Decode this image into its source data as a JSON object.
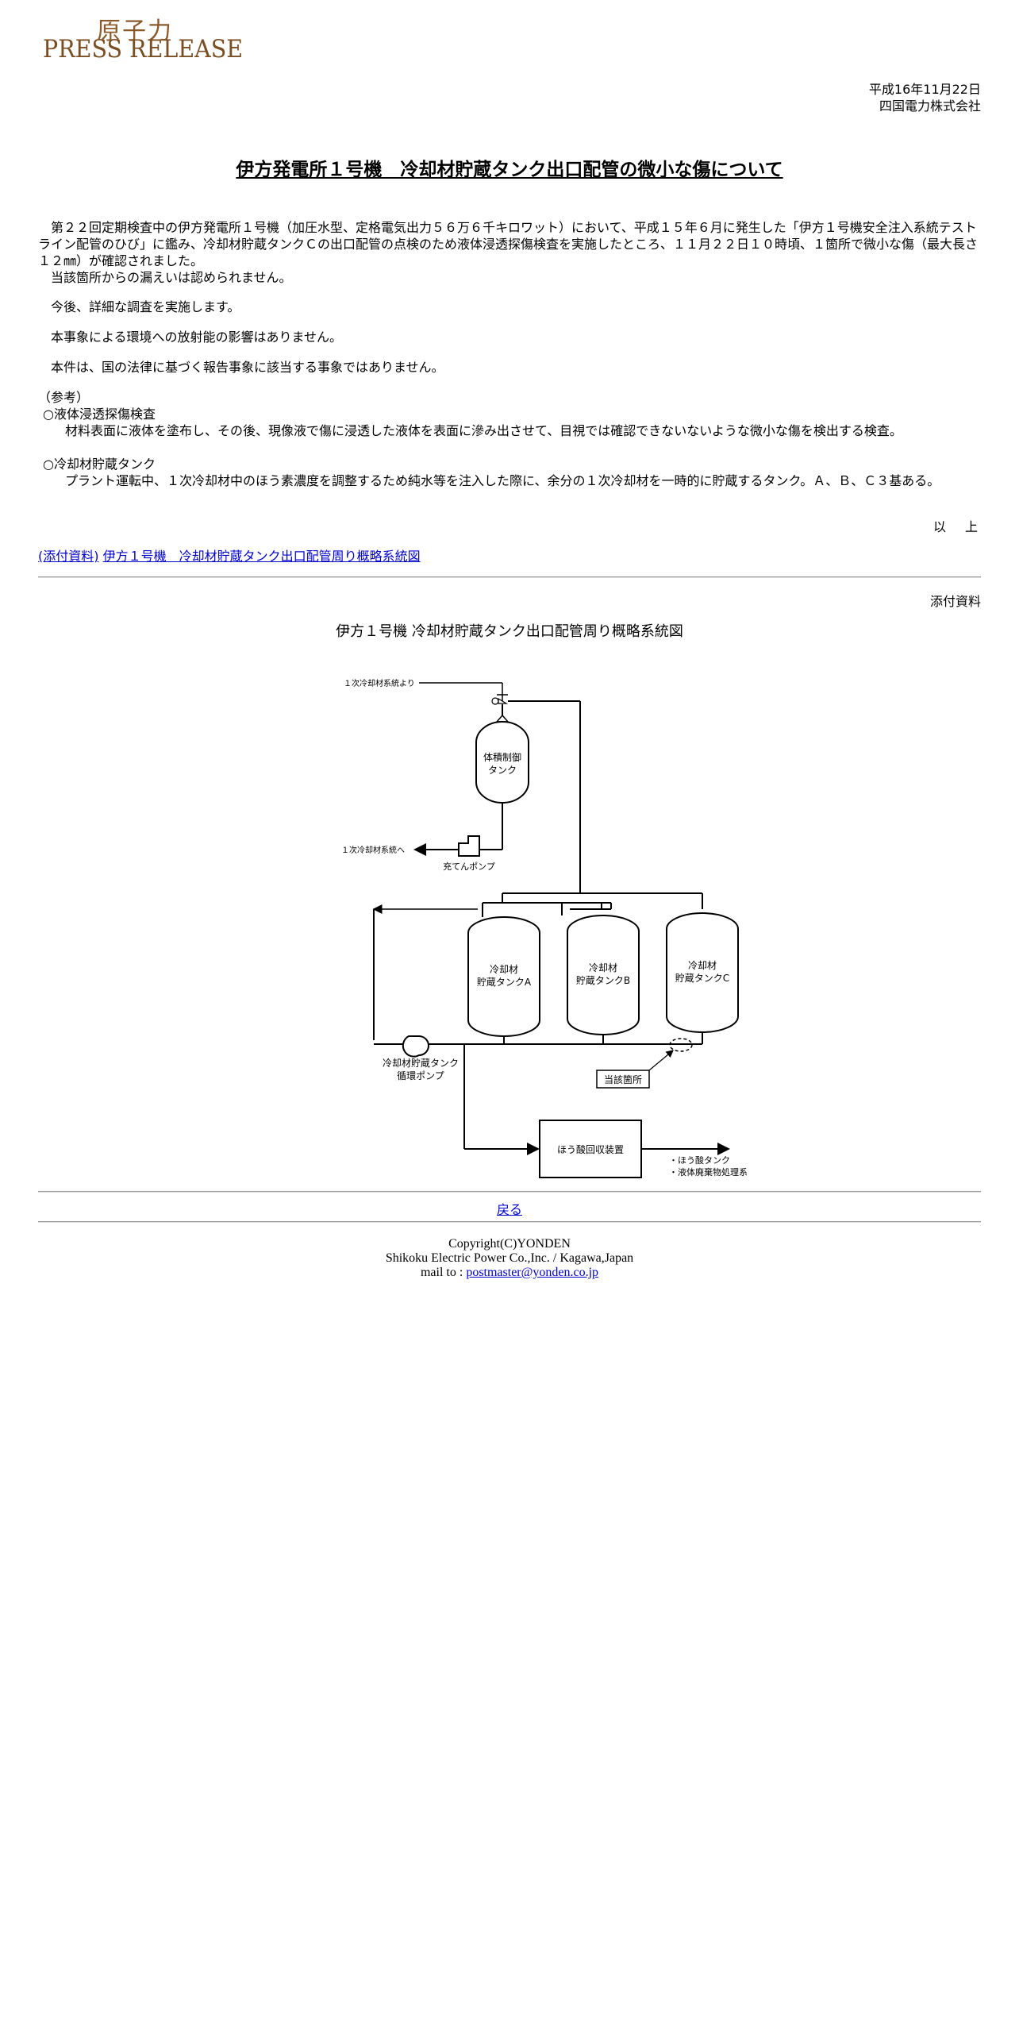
{
  "logo": {
    "kanji": "原子力",
    "text": "PRESS RELEASE"
  },
  "date": "平成16年11月22日",
  "company": "四国電力株式会社",
  "title": "伊方発電所１号機　冷却材貯蔵タンク出口配管の微小な傷について",
  "paragraphs": [
    "　第２２回定期検査中の伊方発電所１号機（加圧水型、定格電気出力５６万６千キロワット）において、平成１５年６月に発生した「伊方１号機安全注入系統テストライン配管のひび」に鑑み、冷却材貯蔵タンクＣの出口配管の点検のため液体浸透探傷検査を実施したところ、１１月２２日１０時頃、１箇所で微小な傷（最大長さ１２㎜）が確認されました。",
    "　当該箇所からの漏えいは認められません。",
    "　今後、詳細な調査を実施します。",
    "　本事象による環境への放射能の影響はありません。",
    "　本件は、国の法律に基づく報告事象に該当する事象ではありません。"
  ],
  "reference": {
    "heading": "（参考）",
    "items": [
      {
        "term": "○液体浸透探傷検査",
        "desc": "材料表面に液体を塗布し、その後、現像液で傷に浸透した液体を表面に滲み出させて、目視では確認できないないような微小な傷を検出する検査。"
      },
      {
        "term": "○冷却材貯蔵タンク",
        "desc": "プラント運転中、１次冷却材中のほう素濃度を調整するため純水等を注入した際に、余分の１次冷却材を一時的に貯蔵するタンク。Ａ、Ｂ、Ｃ３基ある。"
      }
    ]
  },
  "closing": "以　上",
  "attachment_link": {
    "prefix": "(添付資料)",
    "label": "伊方１号機　冷却材貯蔵タンク出口配管周り概略系統図"
  },
  "attachment_label": "添付資料",
  "figure": {
    "title": "伊方１号機  冷却材貯蔵タンク出口配管周り概略系統図",
    "labels": {
      "from_primary": "１次冷却材系統より",
      "vct_1": "体積制御",
      "vct_2": "タンク",
      "to_primary": "１次冷却材系統へ",
      "charging_pump": "充てんポンプ",
      "tank_a_1": "冷却材",
      "tank_a_2": "貯蔵タンクA",
      "tank_b_1": "冷却材",
      "tank_b_2": "貯蔵タンクB",
      "tank_c_1": "冷却材",
      "tank_c_2": "貯蔵タンクC",
      "recirc_pump_1": "冷却材貯蔵タンク",
      "recirc_pump_2": "循環ポンプ",
      "location": "当該箇所",
      "boric_recovery": "ほう酸回収装置",
      "out_1": "・ほう酸タンク",
      "out_2": "・液体廃棄物処理系"
    }
  },
  "footer": {
    "back": "戻る",
    "copyright": "Copyright(C)YONDEN",
    "company_en": "Shikoku Electric Power Co.,Inc. / Kagawa,Japan",
    "mail_prefix": "mail to : ",
    "mail": "postmaster@yonden.co.jp"
  }
}
